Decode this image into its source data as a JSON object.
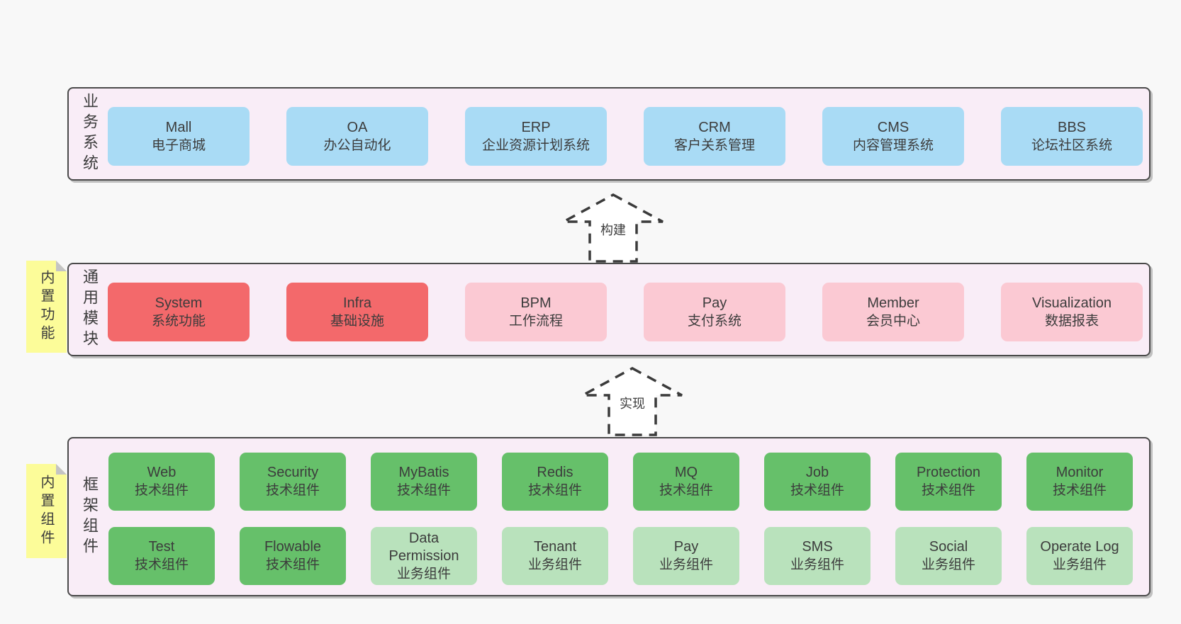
{
  "colors": {
    "page_background": "#f8f8f8",
    "band_background": "#f9edf7",
    "band_border": "#4a4a4a",
    "business_box_blue": "#a9dbf5",
    "core_module_red": "#f3696b",
    "optional_module_pink": "#fbc9d3",
    "tech_component_green": "#66c06a",
    "biz_component_light_green": "#b9e2bc",
    "sticky_yellow": "#fcfc99",
    "sticky_fold_gray": "#c4c4c4",
    "text": "#3c3c3c"
  },
  "arrows": [
    {
      "label": "构建"
    },
    {
      "label": "实现"
    }
  ],
  "bands": [
    {
      "label": "业务系统",
      "boxes": [
        {
          "title": "Mall",
          "subtitle": "电子商城",
          "color": "blue"
        },
        {
          "title": "OA",
          "subtitle": "办公自动化",
          "color": "blue"
        },
        {
          "title": "ERP",
          "subtitle": "企业资源计划系统",
          "color": "blue"
        },
        {
          "title": "CRM",
          "subtitle": "客户关系管理",
          "color": "blue"
        },
        {
          "title": "CMS",
          "subtitle": "内容管理系统",
          "color": "blue"
        },
        {
          "title": "BBS",
          "subtitle": "论坛社区系统",
          "color": "blue"
        }
      ]
    },
    {
      "label": "通用模块",
      "sticky": "内置功能",
      "boxes": [
        {
          "title": "System",
          "subtitle": "系统功能",
          "color": "red"
        },
        {
          "title": "Infra",
          "subtitle": "基础设施",
          "color": "red"
        },
        {
          "title": "BPM",
          "subtitle": "工作流程",
          "color": "pink"
        },
        {
          "title": "Pay",
          "subtitle": "支付系统",
          "color": "pink"
        },
        {
          "title": "Member",
          "subtitle": "会员中心",
          "color": "pink"
        },
        {
          "title": "Visualization",
          "subtitle": "数据报表",
          "color": "pink"
        }
      ]
    },
    {
      "label": "框架组件",
      "sticky": "内置组件",
      "rows": [
        [
          {
            "title": "Web",
            "subtitle": "技术组件",
            "color": "green-dark"
          },
          {
            "title": "Security",
            "subtitle": "技术组件",
            "color": "green-dark"
          },
          {
            "title": "MyBatis",
            "subtitle": "技术组件",
            "color": "green-dark"
          },
          {
            "title": "Redis",
            "subtitle": "技术组件",
            "color": "green-dark"
          },
          {
            "title": "MQ",
            "subtitle": "技术组件",
            "color": "green-dark"
          },
          {
            "title": "Job",
            "subtitle": "技术组件",
            "color": "green-dark"
          },
          {
            "title": "Protection",
            "subtitle": "技术组件",
            "color": "green-dark"
          },
          {
            "title": "Monitor",
            "subtitle": "技术组件",
            "color": "green-dark"
          }
        ],
        [
          {
            "title": "Test",
            "subtitle": "技术组件",
            "color": "green-dark"
          },
          {
            "title": "Flowable",
            "subtitle": "技术组件",
            "color": "green-dark"
          },
          {
            "title": "Data Permission",
            "subtitle": "业务组件",
            "color": "green-light"
          },
          {
            "title": "Tenant",
            "subtitle": "业务组件",
            "color": "green-light"
          },
          {
            "title": "Pay",
            "subtitle": "业务组件",
            "color": "green-light"
          },
          {
            "title": "SMS",
            "subtitle": "业务组件",
            "color": "green-light"
          },
          {
            "title": "Social",
            "subtitle": "业务组件",
            "color": "green-light"
          },
          {
            "title": "Operate Log",
            "subtitle": "业务组件",
            "color": "green-light"
          }
        ]
      ]
    }
  ]
}
